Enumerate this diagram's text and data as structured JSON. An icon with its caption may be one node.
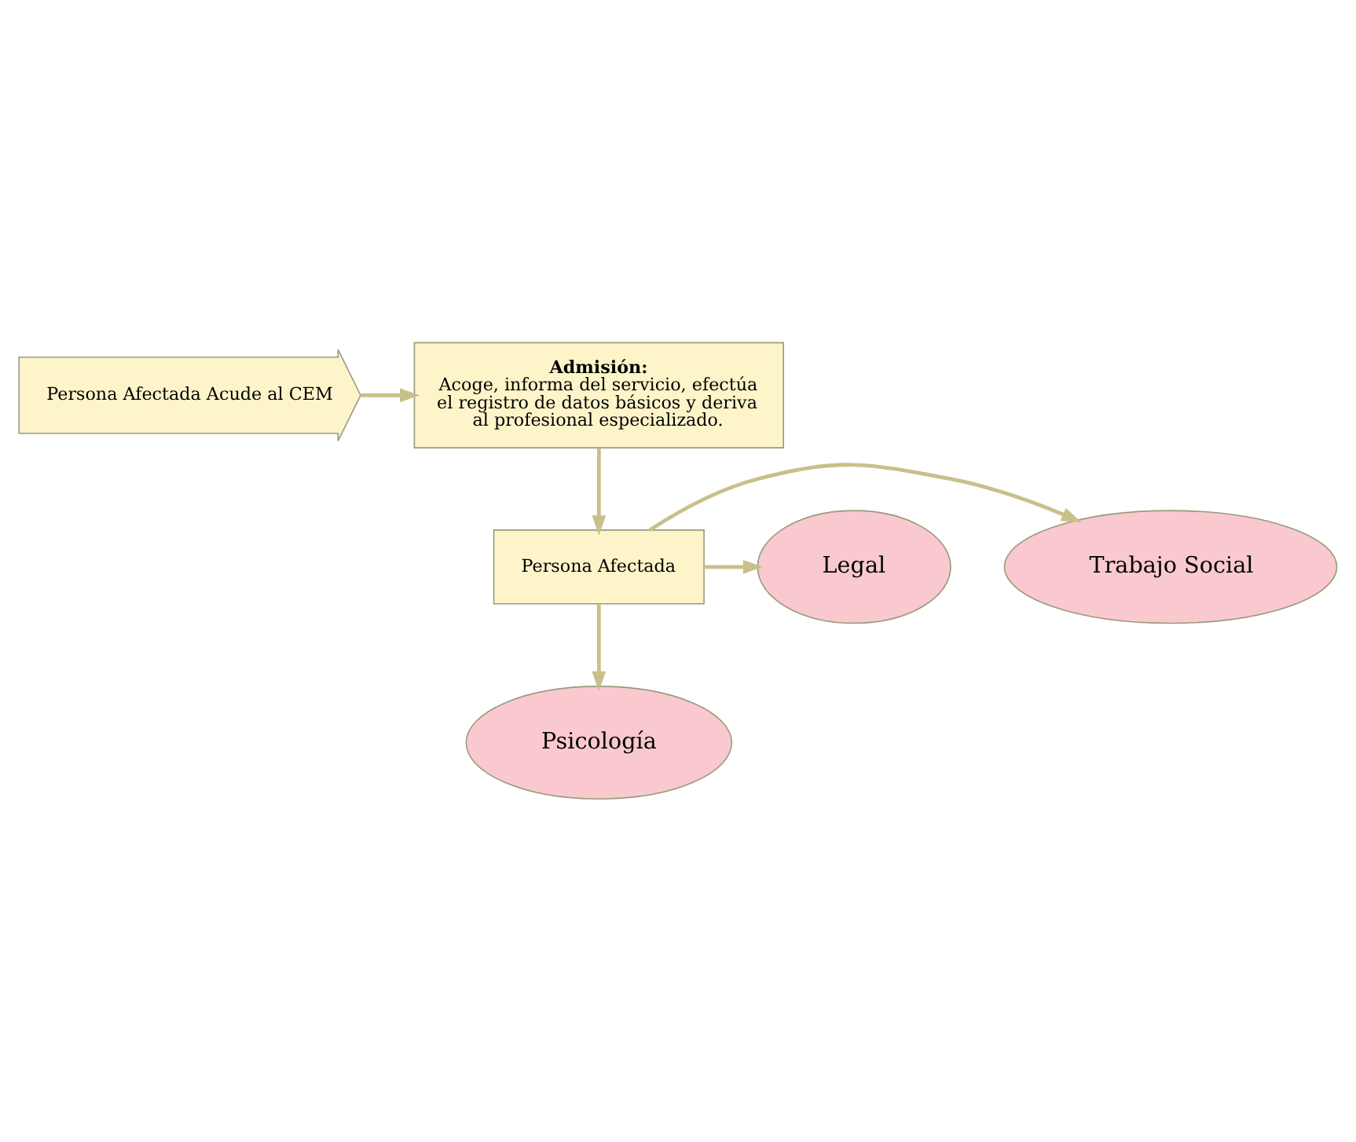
{
  "diagram": {
    "nodes": [
      {
        "text": [
          "Persona Afectada Acude al CEM"
        ]
      },
      {
        "text": [
          "Admisión:",
          "Acoge, informa del servicio, efectúa el registro de datos básicos y deriva al profesional especializado."
        ]
      },
      {
        "text": [
          "Persona Afectada"
        ]
      },
      {
        "text": [
          "Trabajo Social"
        ]
      },
      {
        "text": [
          "Legal"
        ]
      },
      {
        "text": [
          "Psicología"
        ]
      }
    ],
    "edges": [
      {
        "from": 0,
        "to": 1,
        "arrow": "to"
      },
      {
        "from": 1,
        "to": 2,
        "arrow": "to"
      },
      {
        "from": 2,
        "to": 3,
        "arrow": "to"
      },
      {
        "from": 2,
        "to": 4,
        "arrow": "to"
      },
      {
        "from": 2,
        "to": 5,
        "arrow": "to"
      }
    ]
  }
}
